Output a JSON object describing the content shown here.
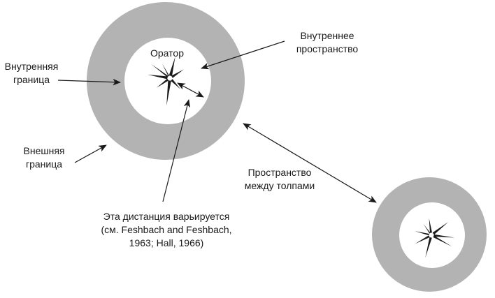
{
  "diagram": {
    "labels": {
      "orator": "Оратор",
      "inner_boundary": "Внутренняя\nграница",
      "outer_boundary": "Внешняя\nграница",
      "inner_space": "Внутреннее\nпространство",
      "space_between_crowds": "Пространство\nмежду толпами",
      "distance_note": "Эта дистанция варьируется\n(см. Feshbach and Feshbach,\n1963; Hall, 1966)"
    },
    "colors": {
      "ring": "#b3b3b3",
      "line": "#1a1a1a",
      "text": "#1a1a1a",
      "background": "#ffffff"
    }
  }
}
